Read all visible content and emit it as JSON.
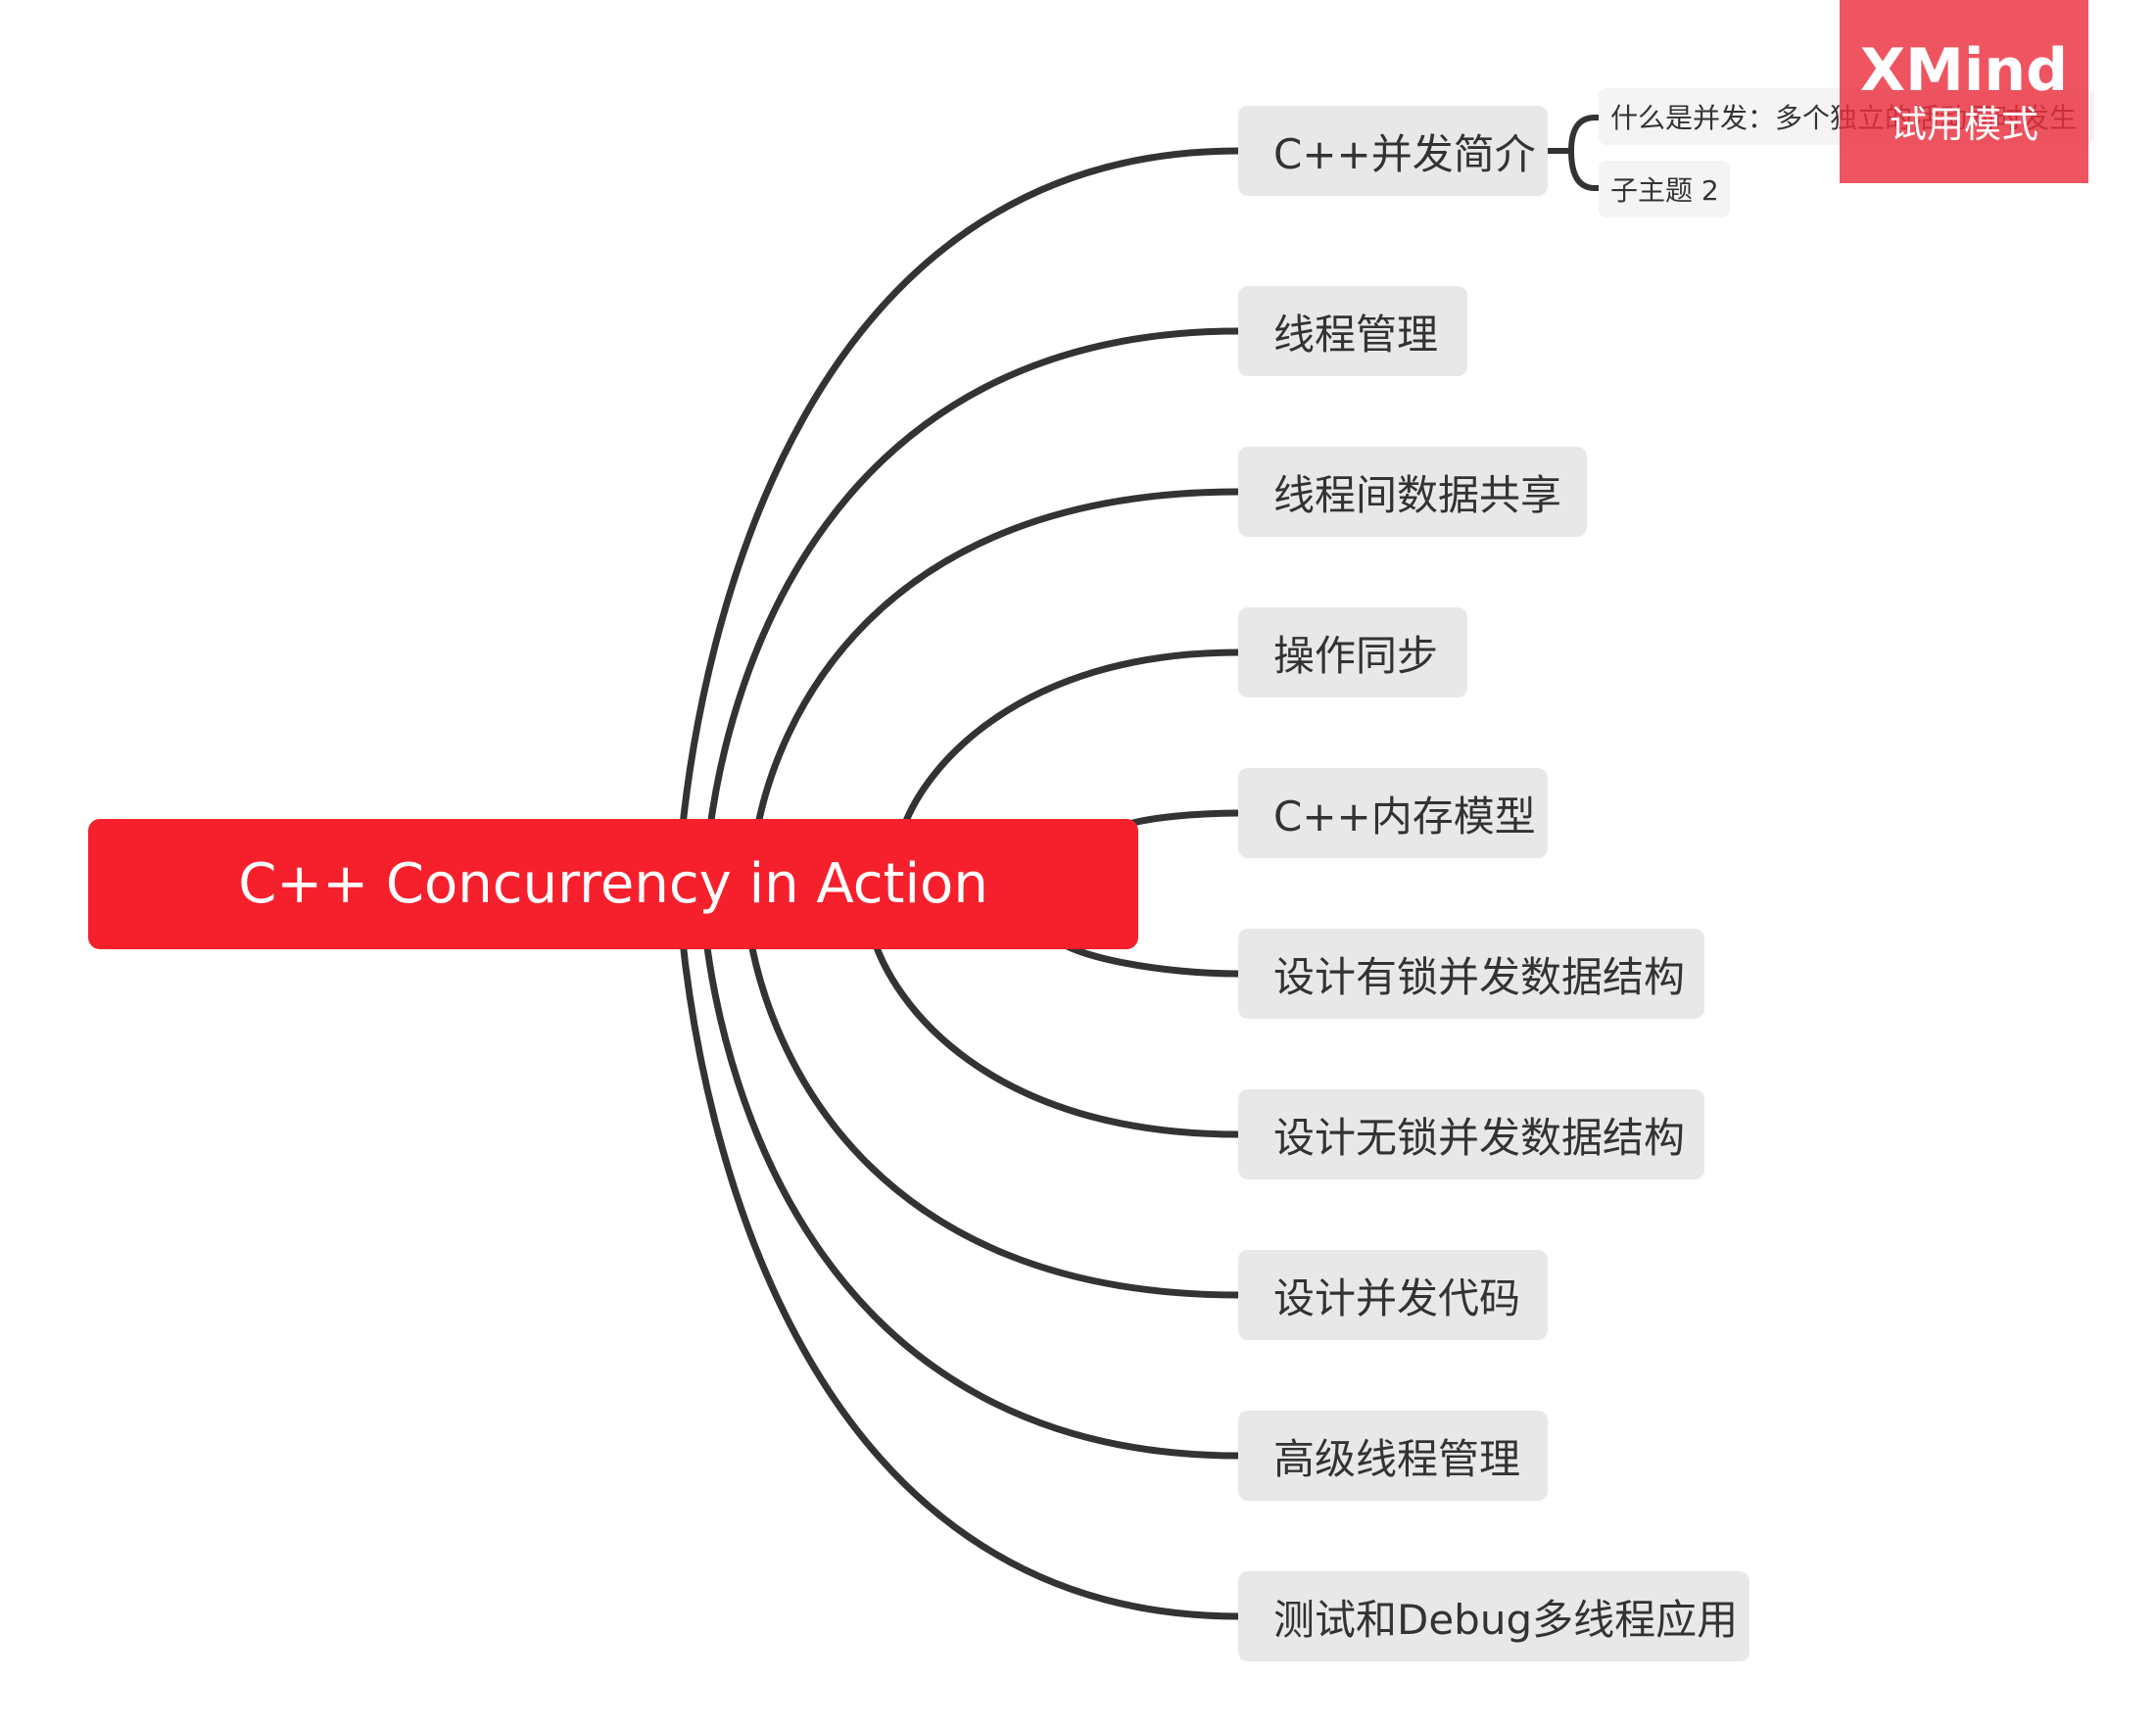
{
  "mindmap": {
    "root": {
      "label": "C++ Concurrency in Action"
    },
    "topics": [
      {
        "label": "C++并发简介",
        "children": [
          "什么是并发：多个独立的活动同时发生",
          "子主题 2"
        ]
      },
      {
        "label": "线程管理"
      },
      {
        "label": "线程间数据共享"
      },
      {
        "label": "操作同步"
      },
      {
        "label": "C++内存模型"
      },
      {
        "label": "设计有锁并发数据结构"
      },
      {
        "label": "设计无锁并发数据结构"
      },
      {
        "label": "设计并发代码"
      },
      {
        "label": "高级线程管理"
      },
      {
        "label": "测试和Debug多线程应用"
      }
    ]
  },
  "watermark": {
    "brand": "XMind",
    "mode": "试用模式"
  },
  "colors": {
    "root_fill": "#f6202c",
    "topic_fill": "#e8e8e8",
    "line": "#333333",
    "watermark": "#ec303e"
  }
}
